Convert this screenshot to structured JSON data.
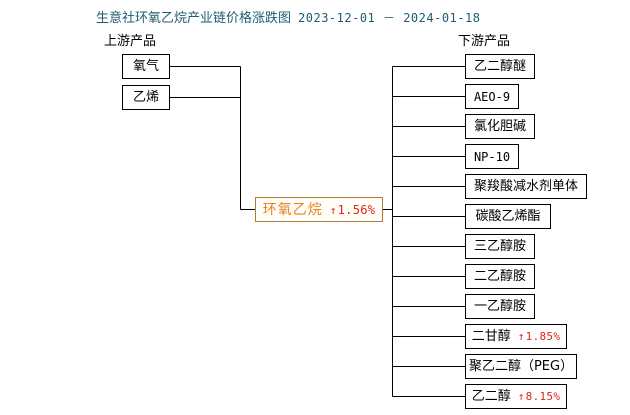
{
  "chart_data": {
    "type": "diagram",
    "title": "生意社环氧乙烷产业链价格涨跌图",
    "date_range": "2023-12-01 － 2024-01-18",
    "nodes": {
      "upstream": [
        {
          "name": "氧气",
          "change": null
        },
        {
          "name": "乙烯",
          "change": null
        }
      ],
      "center": {
        "name": "环氧乙烷",
        "change": "1.56%",
        "direction": "up"
      },
      "downstream": [
        {
          "name": "乙二醇醚",
          "change": null
        },
        {
          "name": "AEO-9",
          "change": null
        },
        {
          "name": "氯化胆碱",
          "change": null
        },
        {
          "name": "NP-10",
          "change": null
        },
        {
          "name": "聚羧酸减水剂单体",
          "change": null
        },
        {
          "name": "碳酸乙烯酯",
          "change": null
        },
        {
          "name": "三乙醇胺",
          "change": null
        },
        {
          "name": "二乙醇胺",
          "change": null
        },
        {
          "name": "一乙醇胺",
          "change": null
        },
        {
          "name": "二甘醇",
          "change": "1.85%",
          "direction": "up"
        },
        {
          "name": "聚乙二醇（PEG）",
          "change": null
        },
        {
          "name": "乙二醇",
          "change": "8.15%",
          "direction": "up"
        }
      ]
    }
  },
  "title": {
    "main": "生意社环氧乙烷产业链价格涨跌图",
    "date_range": "2023-12-01 － 2024-01-18"
  },
  "headers": {
    "upstream": "上游产品",
    "downstream": "下游产品"
  },
  "upstream": [
    {
      "label": "氧气"
    },
    {
      "label": "乙烯"
    }
  ],
  "center": {
    "label": "环氧乙烷",
    "arrow": "↑",
    "pct": "1.56%"
  },
  "downstream": [
    {
      "label": "乙二醇醚",
      "arrow": "",
      "pct": ""
    },
    {
      "label": "AEO-9",
      "arrow": "",
      "pct": ""
    },
    {
      "label": "氯化胆碱",
      "arrow": "",
      "pct": ""
    },
    {
      "label": "NP-10",
      "arrow": "",
      "pct": ""
    },
    {
      "label": "聚羧酸减水剂单体",
      "arrow": "",
      "pct": ""
    },
    {
      "label": "碳酸乙烯酯",
      "arrow": "",
      "pct": ""
    },
    {
      "label": "三乙醇胺",
      "arrow": "",
      "pct": ""
    },
    {
      "label": "二乙醇胺",
      "arrow": "",
      "pct": ""
    },
    {
      "label": "一乙醇胺",
      "arrow": "",
      "pct": ""
    },
    {
      "label": "二甘醇",
      "arrow": "↑",
      "pct": "1.85%"
    },
    {
      "label": "聚乙二醇（PEG）",
      "arrow": "",
      "pct": ""
    },
    {
      "label": "乙二醇",
      "arrow": "↑",
      "pct": "8.15%"
    }
  ],
  "colors": {
    "title": "#1f5c73",
    "center_text": "#e8821e",
    "center_border": "#b07a35",
    "up_change": "#e2231a",
    "line": "#000000"
  }
}
